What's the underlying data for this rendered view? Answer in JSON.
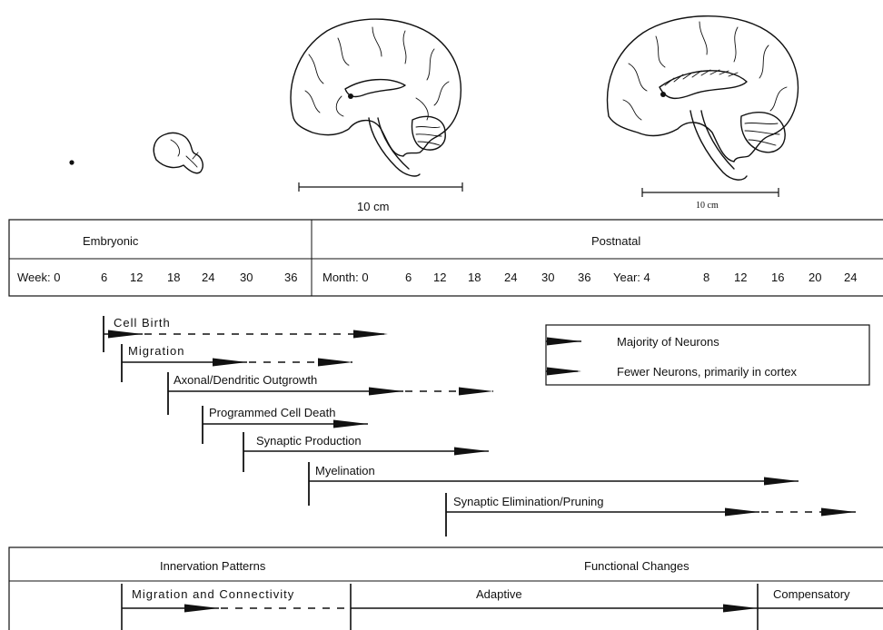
{
  "scale_bars": {
    "left_label": "10 cm",
    "right_label": "10 cm"
  },
  "timeline": {
    "embryonic_label": "Embryonic",
    "postnatal_label": "Postnatal",
    "embryonic_ticks": [
      "Week: 0",
      "6",
      "12",
      "18",
      "24",
      "30",
      "36"
    ],
    "postnatal_ticks": [
      "Month: 0",
      "6",
      "12",
      "18",
      "24",
      "30",
      "36",
      "Year: 4",
      "8",
      "12",
      "16",
      "20",
      "24"
    ]
  },
  "processes": [
    {
      "label": "Cell Birth"
    },
    {
      "label": "Migration"
    },
    {
      "label": "Axonal/Dendritic Outgrowth"
    },
    {
      "label": "Programmed Cell Death"
    },
    {
      "label": "Synaptic Production"
    },
    {
      "label": "Myelination"
    },
    {
      "label": "Synaptic Elimination/Pruning"
    }
  ],
  "legend": {
    "solid_label": "Majority of Neurons",
    "dashed_label": "Fewer Neurons, primarily in cortex"
  },
  "bottom": {
    "innervation_label": "Innervation Patterns",
    "functional_label": "Functional Changes",
    "phases": [
      "Migration and Connectivity",
      "Adaptive",
      "Compensatory"
    ]
  }
}
